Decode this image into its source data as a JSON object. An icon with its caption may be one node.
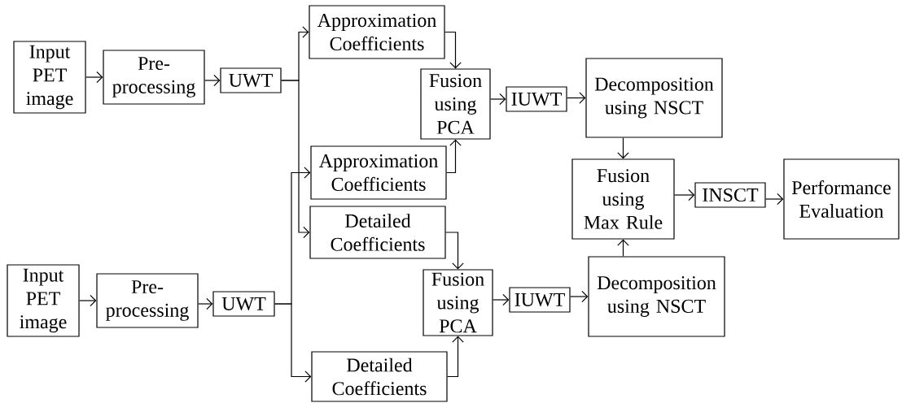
{
  "diagram": {
    "nodes": [
      {
        "text": [
          "Input PET image"
        ]
      },
      {
        "text": [
          "Pre-processing"
        ]
      },
      {
        "text": [
          "UWT"
        ]
      },
      {
        "text": [
          "Approximation Coefficients"
        ]
      },
      {
        "text": [
          "Fusion using PCA"
        ]
      },
      {
        "text": [
          "IUWT"
        ]
      },
      {
        "text": [
          "Decomposition using NSCT"
        ]
      },
      {
        "text": [
          "Approximation Coefficients"
        ]
      },
      {
        "text": [
          "Detailed Coefficients"
        ]
      },
      {
        "text": [
          "Fusion using Max Rule"
        ]
      },
      {
        "text": [
          "INSCT"
        ]
      },
      {
        "text": [
          "Performance Evaluation"
        ]
      },
      {
        "text": [
          "Input PET image"
        ]
      },
      {
        "text": [
          "Pre-processing"
        ]
      },
      {
        "text": [
          "UWT"
        ]
      },
      {
        "text": [
          "Fusion using PCA"
        ]
      },
      {
        "text": [
          "IUWT"
        ]
      },
      {
        "text": [
          "Decomposition using NSCT"
        ]
      },
      {
        "text": [
          "Detailed Coefficients"
        ]
      }
    ],
    "edges": [
      {
        "from": 0,
        "to": 1,
        "arrow": "to"
      },
      {
        "from": 1,
        "to": 2,
        "arrow": "to"
      },
      {
        "from": 2,
        "to": 3,
        "arrow": "to"
      },
      {
        "from": 2,
        "to": 8,
        "arrow": "to"
      },
      {
        "from": 3,
        "to": 4,
        "arrow": "to"
      },
      {
        "from": 7,
        "to": 4,
        "arrow": "to"
      },
      {
        "from": 4,
        "to": 5,
        "arrow": "to"
      },
      {
        "from": 5,
        "to": 6,
        "arrow": "to"
      },
      {
        "from": 6,
        "to": 9,
        "arrow": "to"
      },
      {
        "from": 9,
        "to": 10,
        "arrow": "to"
      },
      {
        "from": 10,
        "to": 11,
        "arrow": "to"
      },
      {
        "from": 12,
        "to": 13,
        "arrow": "to"
      },
      {
        "from": 13,
        "to": 14,
        "arrow": "to"
      },
      {
        "from": 14,
        "to": 7,
        "arrow": "to"
      },
      {
        "from": 14,
        "to": 18,
        "arrow": "to"
      },
      {
        "from": 8,
        "to": 15,
        "arrow": "to"
      },
      {
        "from": 18,
        "to": 15,
        "arrow": "to"
      },
      {
        "from": 15,
        "to": 16,
        "arrow": "to"
      },
      {
        "from": 16,
        "to": 17,
        "arrow": "to"
      },
      {
        "from": 17,
        "to": 9,
        "arrow": "to"
      }
    ]
  }
}
